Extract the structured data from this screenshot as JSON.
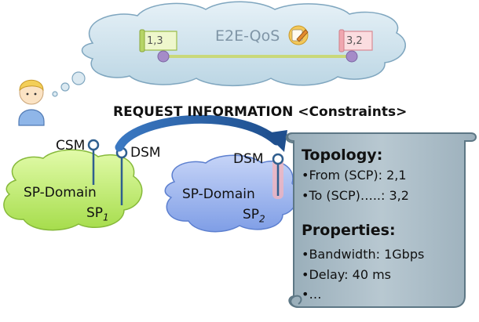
{
  "qos_cloud": {
    "label": "E2E-QoS",
    "left_flag": "1,3",
    "right_flag": "3,2"
  },
  "request_label": "REQUEST INFORMATION <Constraints>",
  "domain1": {
    "line1": "SP-Domain",
    "line2_main": "SP",
    "line2_sub": "1",
    "csm": "CSM",
    "dsm": "DSM"
  },
  "domain2": {
    "line1": "SP-Domain",
    "line2_main": "SP",
    "line2_sub": "2",
    "dsm": "DSM"
  },
  "scroll": {
    "topology_title": "Topology:",
    "topology_lines": [
      "•From (SCP): 2,1",
      "•To (SCP)…..: 3,2"
    ],
    "properties_title": "Properties:",
    "properties_lines": [
      "•Bandwidth: 1Gbps",
      "•Delay: 40 ms",
      "•…"
    ]
  },
  "colors": {
    "cloud_top_fill": "#cfe3ee",
    "cloud1_fill": "#c8f07a",
    "cloud2_fill": "#9fb6ee",
    "scroll_fill": "#a9bcc6",
    "pin": "#2f5f8f",
    "arrow": "#2f6bb0",
    "highlight": "#f07a86"
  }
}
